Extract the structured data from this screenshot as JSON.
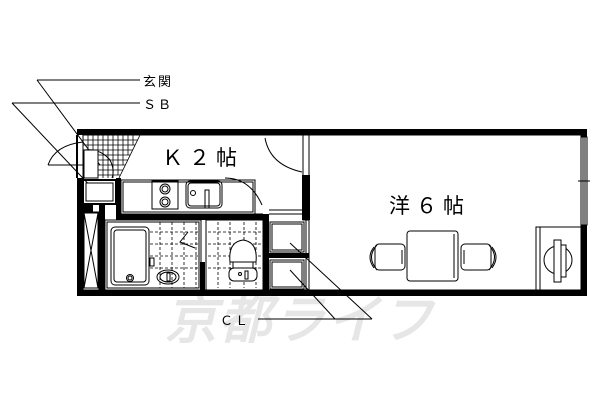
{
  "floorplan": {
    "callouts": {
      "entrance": "玄関",
      "shoe_box": "ＳＢ",
      "closet": "ＣＬ"
    },
    "rooms": {
      "kitchen": "Ｋ２帖",
      "western_room": "洋６帖"
    },
    "watermark": "京都ライフ",
    "colors": {
      "wall": "#000000",
      "background": "#ffffff",
      "watermark": "#e6e6e6"
    }
  }
}
